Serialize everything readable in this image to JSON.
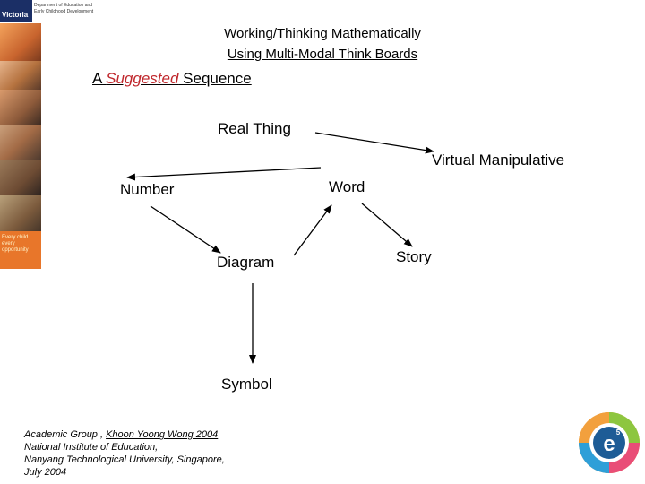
{
  "header": {
    "logo_top": "Victoria",
    "logo_text": "Department of Education and Early Childhood Development",
    "strip_text": "Every child every opportunity"
  },
  "title": {
    "line1": "Working/Thinking Mathematically",
    "line2": "Using Multi-Modal Think Boards"
  },
  "subtitle": {
    "prefix": "A ",
    "emphasis": "Suggested",
    "suffix": " Sequence"
  },
  "diagram": {
    "nodes": {
      "real_thing": "Real Thing",
      "virtual_manipulative": "Virtual Manipulative",
      "number": "Number",
      "word": "Word",
      "diagram": "Diagram",
      "story": "Story",
      "symbol": "Symbol"
    },
    "edges": [
      {
        "from": "Real Thing",
        "to": "Virtual Manipulative"
      },
      {
        "from": "Word",
        "to": "Number"
      },
      {
        "from": "Number",
        "to": "Diagram"
      },
      {
        "from": "Diagram",
        "to": "Word"
      },
      {
        "from": "Word",
        "to": "Story"
      },
      {
        "from": "Diagram",
        "to": "Symbol"
      }
    ]
  },
  "footer": {
    "line1_prefix": "Academic Group , ",
    "line1_name": "Khoon Yoong Wong 2004",
    "line2": "National Institute of Education,",
    "line3": " Nanyang Technological University, Singapore,",
    "line4": "July 2004"
  },
  "colors": {
    "accent_red": "#c0282d",
    "logo_navy": "#1b2f66",
    "strip_orange": "#e8762a"
  }
}
